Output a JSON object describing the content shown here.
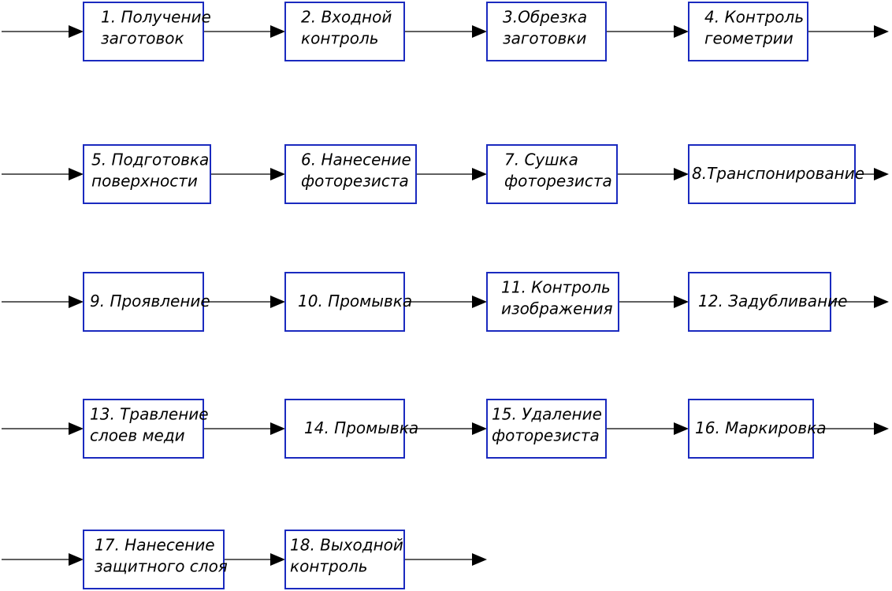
{
  "diagram": {
    "colors": {
      "box_border": "#1a2abf",
      "connector": "#000000",
      "background": "#ffffff"
    },
    "steps": [
      {
        "id": 1,
        "lines": [
          "1. Получение",
          "заготовок"
        ]
      },
      {
        "id": 2,
        "lines": [
          "2. Входной",
          "контроль"
        ]
      },
      {
        "id": 3,
        "lines": [
          "3.Обрезка",
          "заготовки"
        ]
      },
      {
        "id": 4,
        "lines": [
          "4. Контроль",
          "геометрии"
        ]
      },
      {
        "id": 5,
        "lines": [
          "5. Подготовка",
          "поверхности"
        ]
      },
      {
        "id": 6,
        "lines": [
          "6. Нанесение",
          "фоторезиста"
        ]
      },
      {
        "id": 7,
        "lines": [
          "7. Сушка",
          "фоторезиста"
        ]
      },
      {
        "id": 8,
        "lines": [
          "8.Транспонирование"
        ]
      },
      {
        "id": 9,
        "lines": [
          "9. Проявление"
        ]
      },
      {
        "id": 10,
        "lines": [
          "10. Промывка"
        ]
      },
      {
        "id": 11,
        "lines": [
          "11. Контроль",
          "изображения"
        ]
      },
      {
        "id": 12,
        "lines": [
          "12. Задубливание"
        ]
      },
      {
        "id": 13,
        "lines": [
          "13. Травление",
          "слоев меди"
        ]
      },
      {
        "id": 14,
        "lines": [
          "14. Промывка"
        ]
      },
      {
        "id": 15,
        "lines": [
          "15. Удаление",
          "фоторезиста"
        ]
      },
      {
        "id": 16,
        "lines": [
          "16. Маркировка"
        ]
      },
      {
        "id": 17,
        "lines": [
          "17. Нанесение",
          "защитного слоя"
        ]
      },
      {
        "id": 18,
        "lines": [
          "18. Выходной",
          "контроль"
        ]
      }
    ]
  }
}
